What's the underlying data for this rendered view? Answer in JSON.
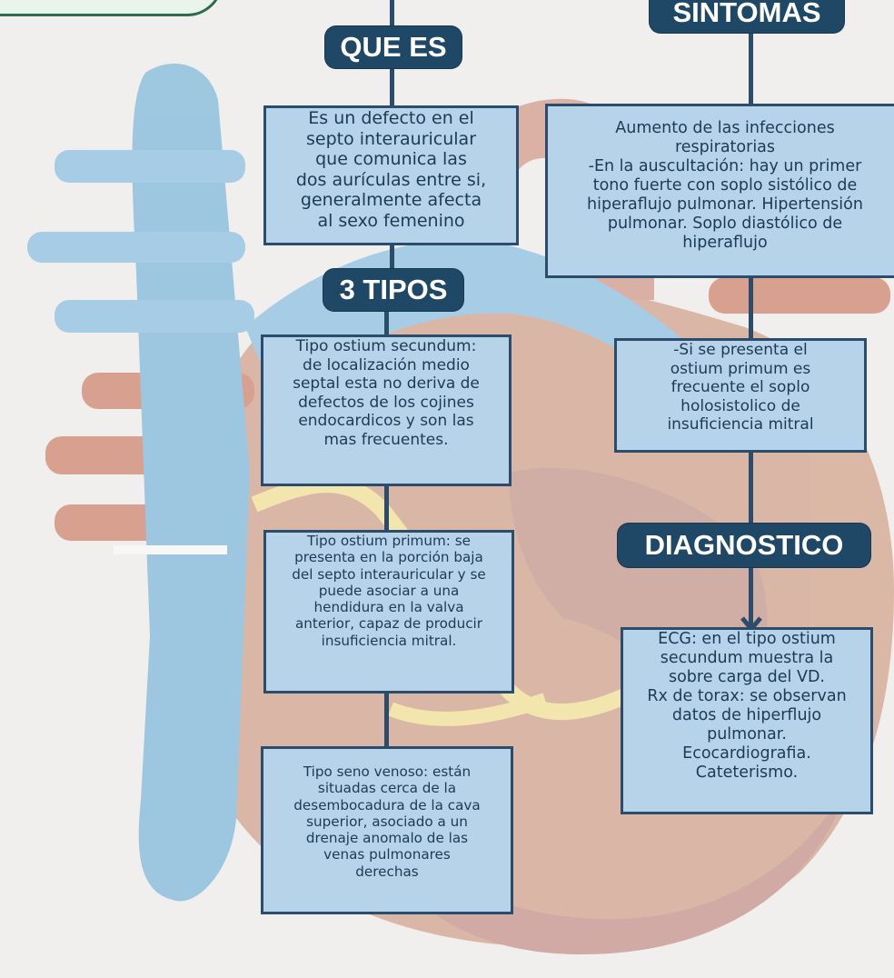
{
  "labels": {
    "que_es": "QUE ES",
    "sintomas": "SINTOMAS",
    "tipos": "3 TIPOS",
    "diagnostico": "DIAGNOSTICO"
  },
  "boxes": {
    "definicion": "Es un defecto en el\nsepto interauricular\nque comunica las\ndos aurículas entre si,\ngeneralmente afecta\nal sexo femenino",
    "sintomas": "Aumento de las infecciones\nrespiratorias\n-En la auscultación: hay un primer\ntono fuerte con soplo sistólico de\nhiperaflujo pulmonar. Hipertensión\npulmonar. Soplo diastólico de\nhiperaflujo",
    "sintomas_2": "-Si se presenta el\nostium primum es\nfrecuente el soplo\nholosistolico de\ninsuficiencia mitral",
    "tipo_secundum": "Tipo ostium secundum:\nde localización medio\nseptal esta no deriva de\ndefectos de los cojines\nendocardicos y son las\nmas frecuentes.",
    "tipo_primum": "Tipo ostium primum: se\npresenta en la porción baja\ndel septo interauricular y se\npuede asociar a una\nhendidura en la valva\nanterior, capaz de producir\ninsuficiencia mitral.",
    "tipo_seno": "Tipo seno venoso: están\nsituadas cerca de la\ndesembocadura de la cava\nsuperior, asociado a un\ndrenaje anomalo de las\nvenas pulmonares\nderechas",
    "diagnostico": "ECG: en el tipo ostium\nsecundum muestra la\nsobre carga del VD.\nRx de torax: se observan\ndatos de hiperflujo\npulmonar.\nEcocardiografia.\nCateterismo."
  }
}
